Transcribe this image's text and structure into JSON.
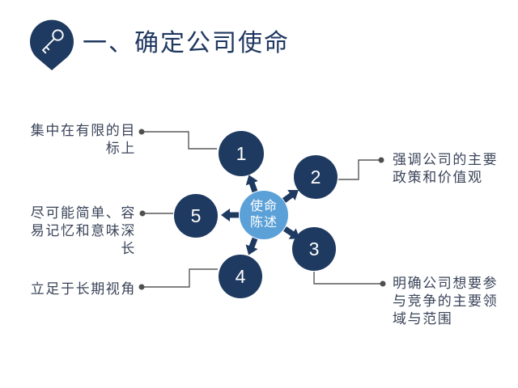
{
  "title": {
    "text": "一、确定公司使命"
  },
  "icons": {
    "badge": "key-icon"
  },
  "center_circle": {
    "lines": [
      "使命",
      "陈述"
    ]
  },
  "nodes": [
    {
      "number": "1"
    },
    {
      "number": "2"
    },
    {
      "number": "3"
    },
    {
      "number": "4"
    },
    {
      "number": "5"
    }
  ],
  "annotations": {
    "focus_goals": {
      "lines": [
        "集中在有限的目",
        "标上"
      ]
    },
    "policies_values": {
      "lines": [
        "强调公司的主要",
        "政策和价值观"
      ]
    },
    "competition_scope": {
      "lines": [
        "明确公司想要参",
        "与竞争的主要领",
        "域与范围"
      ]
    },
    "simple_memorable": {
      "lines": [
        "尽可能简单、容",
        "易记忆和意味深",
        "长"
      ]
    },
    "long_term": {
      "lines": [
        "立足于长期视角"
      ]
    }
  },
  "colors": {
    "navy": "#1F3A60",
    "light_blue": "#5BA1D8",
    "connector": "#595959",
    "label_text": "#3A4459",
    "title_text": "#1F3760"
  }
}
